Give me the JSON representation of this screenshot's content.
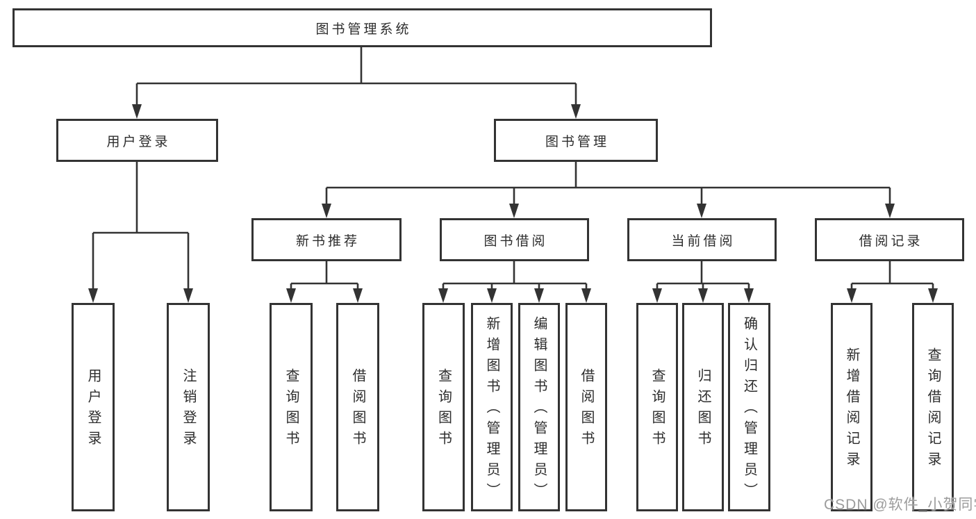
{
  "colors": {
    "line": "#333333",
    "text": "#2d2d2d",
    "box-bg": "#ffffff",
    "watermark": "#9c9c9c"
  },
  "tree": {
    "label": "图书管理系统",
    "children": [
      {
        "label": "用户登录",
        "children": [
          {
            "label": "用户登录"
          },
          {
            "label": "注销登录"
          }
        ]
      },
      {
        "label": "图书管理",
        "children": [
          {
            "label": "新书推荐",
            "children": [
              {
                "label": "查询图书"
              },
              {
                "label": "借阅图书"
              }
            ]
          },
          {
            "label": "图书借阅",
            "children": [
              {
                "label": "查询图书"
              },
              {
                "label": "新增图书（管理员）"
              },
              {
                "label": "编辑图书（管理员）"
              },
              {
                "label": "借阅图书"
              }
            ]
          },
          {
            "label": "当前借阅",
            "children": [
              {
                "label": "查询图书"
              },
              {
                "label": "归还图书"
              },
              {
                "label": "确认归还（管理员）"
              }
            ]
          },
          {
            "label": "借阅记录",
            "children": [
              {
                "label": "新增借阅记录"
              },
              {
                "label": "查询借阅记录"
              }
            ]
          }
        ]
      }
    ]
  },
  "watermark": "CSDN @软件_小贺同学"
}
